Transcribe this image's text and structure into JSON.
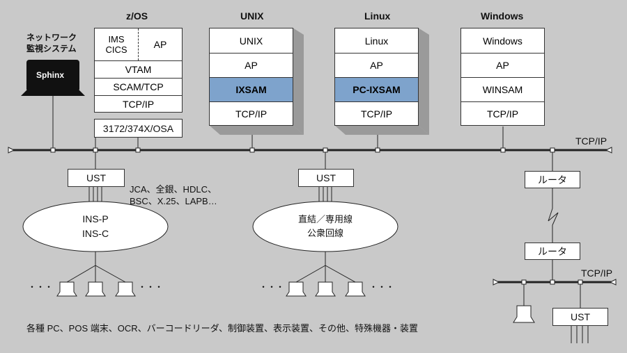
{
  "monitor": {
    "label_line1": "ネットワーク",
    "label_line2": "監視システム",
    "screen": "Sphinx"
  },
  "zos": {
    "title": "z/OS",
    "ims": "IMS",
    "cics": "CICS",
    "ap": "AP",
    "vtam": "VTAM",
    "scam": "SCAM/TCP",
    "tcpip": "TCP/IP",
    "osa": "3172/374X/OSA"
  },
  "unix": {
    "title": "UNIX",
    "os": "UNIX",
    "ap": "AP",
    "sam": "IXSAM",
    "tcpip": "TCP/IP"
  },
  "linux": {
    "title": "Linux",
    "os": "Linux",
    "ap": "AP",
    "sam": "PC-IXSAM",
    "tcpip": "TCP/IP"
  },
  "windows": {
    "title": "Windows",
    "os": "Windows",
    "ap": "AP",
    "sam": "WINSAM",
    "tcpip": "TCP/IP"
  },
  "network": {
    "main_label": "TCP/IP",
    "sub_label": "TCP/IP"
  },
  "ust": {
    "left": "UST",
    "center": "UST",
    "right": "UST"
  },
  "protocols": {
    "line1": "JCA、全銀、HDLC、",
    "line2": "BSC、X.25、LAPB…"
  },
  "clouds": {
    "left_line1": "INS-P",
    "left_line2": "INS-C",
    "center_line1": "直結／専用線",
    "center_line2": "公衆回線"
  },
  "router": {
    "top": "ルータ",
    "bottom": "ルータ"
  },
  "dots": "・・・",
  "footer": "各種 PC、POS 端末、OCR、バーコードリーダ、制御装置、表示装置、その他、特殊機器・装置"
}
